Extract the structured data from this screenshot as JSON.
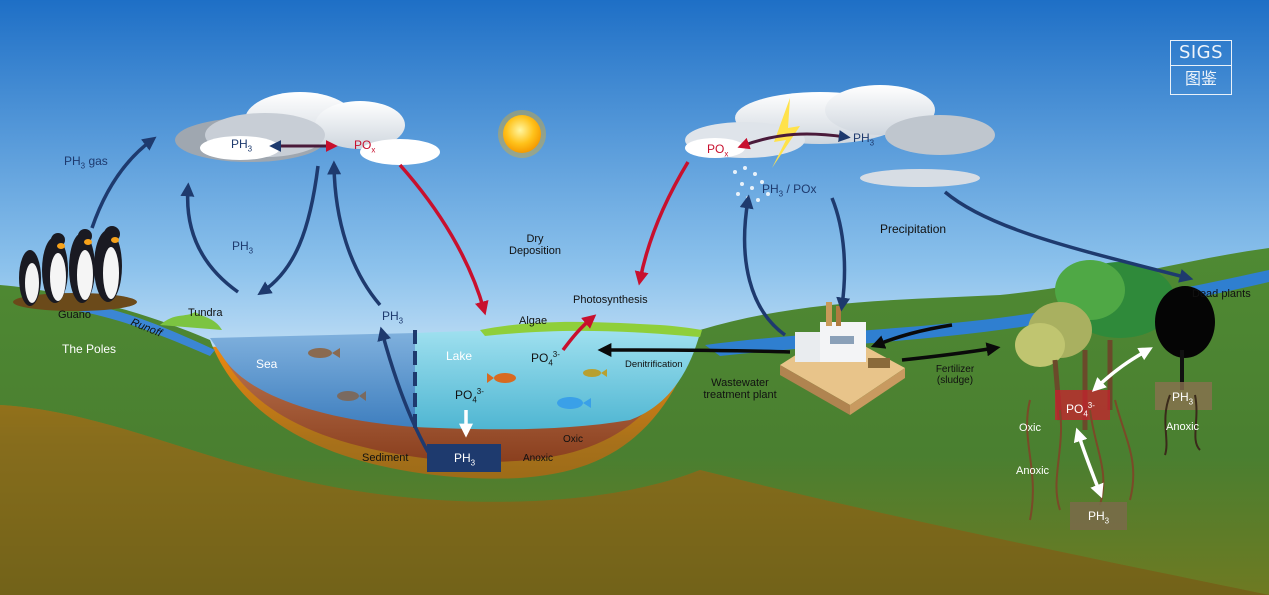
{
  "logo": {
    "line1": "SIGS",
    "line2": "图鉴"
  },
  "labels": {
    "ph3_gas": "PH",
    "ph3_gas_tail": " gas",
    "ph3_left_cloud": "PH",
    "pox_left_cloud": "PO",
    "ph3_tundra": "PH",
    "tundra": "Tundra",
    "guano": "Guano",
    "runoff": "Runoff",
    "the_poles": "The Poles",
    "sea": "Sea",
    "ph3_sea": "PH",
    "lake": "Lake",
    "po4_lake": "PO",
    "po4_surface": "PO",
    "sediment": "Sediment",
    "ph3_sediment": "PH",
    "oxic_lake": "Oxic",
    "anoxic_lake": "Anoxic",
    "dry_deposition_1": "Dry",
    "dry_deposition_2": "Deposition",
    "algae": "Algae",
    "photosynthesis": "Photosynthesis",
    "denitrification": "Denitrification",
    "wastewater_1": "Wastewater",
    "wastewater_2": "treatment plant",
    "pox_right_cloud": "PO",
    "ph3_right_cloud": "PH",
    "ph3_pox_rain_a": "PH",
    "ph3_pox_rain_b": " / POx",
    "precipitation": "Precipitation",
    "fertilizer_1": "Fertilizer",
    "fertilizer_2": "(sludge)",
    "dead_plants": "Dead plants",
    "po4_roots": "PO",
    "ph3_dead": "PH",
    "anoxic_dead": "Anoxic",
    "oxic_roots": "Oxic",
    "anoxic_roots": "Anoxic",
    "ph3_deep": "PH",
    "sub3": "3",
    "subx": "x",
    "sub4": "4",
    "sup3minus": "3-"
  },
  "colors": {
    "navy_arrow": "#1e3a6e",
    "red_arrow": "#c8102e",
    "sky_top": "#1f6fc4",
    "lake": "#7fd0e6",
    "sea": "#5b93c9",
    "grass": "#4e8a35",
    "soil": "#e07a10"
  }
}
